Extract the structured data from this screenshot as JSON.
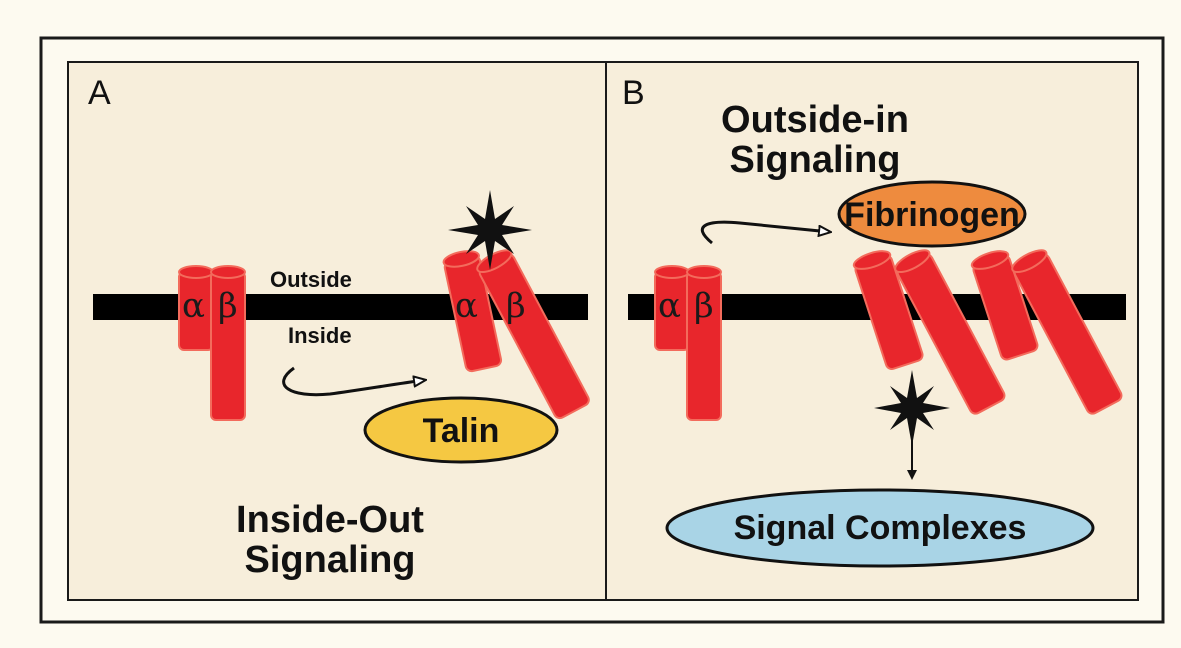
{
  "panel_a": {
    "letter": "A",
    "outside_label": "Outside",
    "inside_label": "Inside",
    "alpha": "α",
    "beta": "β",
    "talin": "Talin",
    "title_line1": "Inside-Out",
    "title_line2": "Signaling"
  },
  "panel_b": {
    "letter": "B",
    "title_line1": "Outside-in",
    "title_line2": "Signaling",
    "alpha": "α",
    "beta": "β",
    "fibrinogen": "Fibrinogen",
    "signal_complexes": "Signal Complexes"
  },
  "colors": {
    "background": "#fdfaf0",
    "panel_fill": "#f7eedb",
    "integrin_red": "#e8262c",
    "integrin_rim": "#f36b5c",
    "membrane": "#000000",
    "talin_fill": "#f5c842",
    "fibrinogen_fill": "#ee8b3e",
    "signal_fill": "#a9d4e6"
  }
}
